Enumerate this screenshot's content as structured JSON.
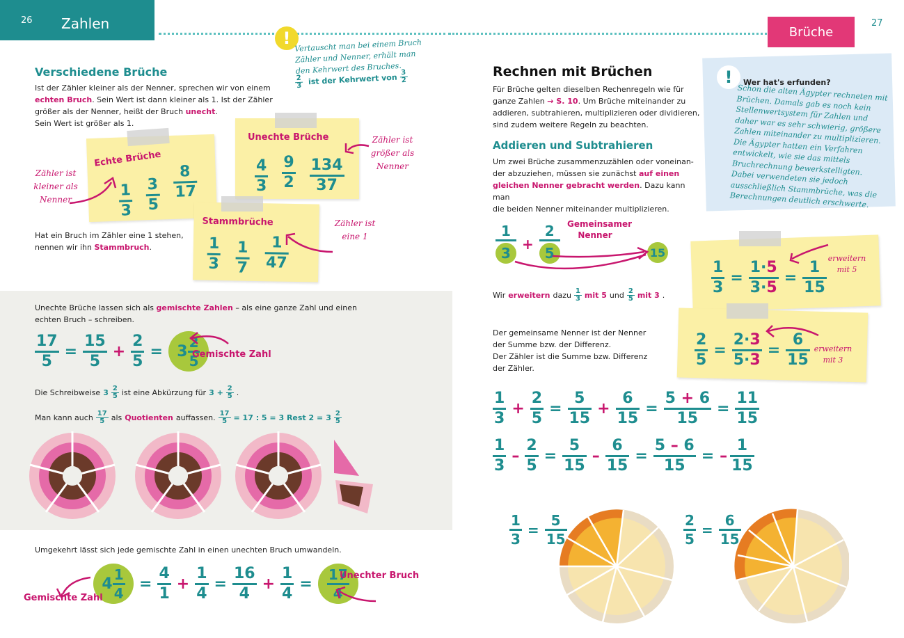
{
  "left": {
    "page_number": "26",
    "section_title": "Zahlen",
    "tip_text": "Vertauscht man bei einem Bruch Zähler und Nenner, erhält man den Kehrwert des Bruches.",
    "tip_line2": "ist der Kehrwert von",
    "heading": "Verschiedene Brüche",
    "p1_a": "Ist der Zähler kleiner als der Nenner, sprechen wir von einem",
    "p1_b": "echten Bruch",
    "p1_c": ". Sein Wert ist dann kleiner als 1. Ist der Zähler",
    "p1_d": "größer als der Nenner, heißt der Bruch",
    "p1_e": "unecht",
    "p1_f": "Sein Wert ist größer als 1.",
    "echte_title": "Echte Brüche",
    "unechte_title": "Unechte Brüche",
    "stamm_title": "Stammbrüche",
    "note_kleiner": "Zähler ist kleiner als Nenner",
    "note_groesser": "Zähler ist größer als Nenner",
    "note_eins": "Zähler ist eine 1",
    "stamm_a": "Hat ein Bruch im Zähler eine 1 stehen,",
    "stamm_b": "nennen wir ihn",
    "stamm_c": "Stammbruch",
    "gem_a": "Unechte Brüche lassen sich als",
    "gem_b": "gemischte Zahlen",
    "gem_c": "– als eine ganze Zahl und einen",
    "gem_d": "echten Bruch – schreiben.",
    "gem_label": "Gemischte Zahl",
    "abk_a": "Die Schreibweise",
    "abk_b": "ist eine Abkürzung für",
    "quot_a": "Man kann auch",
    "quot_b": "als",
    "quot_c": "Quotienten",
    "quot_d": "auffassen.",
    "quot_e": "= 17 : 5 = 3 Rest 2 =",
    "umgekehrt": "Umgekehrt lässt sich jede gemischte Zahl in einen unechten Bruch umwandeln.",
    "label_gemischte": "Gemischte Zahl",
    "label_unechter": "Unechter Bruch"
  },
  "right": {
    "page_number": "27",
    "section_title": "Brüche",
    "heading": "Rechnen mit Brüchen",
    "intro_a": "Für Brüche gelten dieselben Rechenregeln wie für",
    "intro_b": "ganze Zahlen",
    "intro_ref": "→ S. 10",
    "intro_c": ". Um Brüche miteinander zu",
    "intro_d": "addieren, subtrahieren, multiplizieren oder dividieren,",
    "intro_e": "sind zudem weitere Regeln zu beachten.",
    "sub_heading": "Addieren und Subtrahieren",
    "add_a": "Um zwei Brüche zusammenzuzählen oder voneinan-",
    "add_b": "der abzuziehen, müssen sie zunächst",
    "add_c": "auf einen",
    "add_d": "gleichen Nenner gebracht werden",
    "add_e": ". Dazu kann man",
    "add_f": "die beiden Nenner miteinander multiplizieren.",
    "gem_nenner": "Gemeinsamer Nenner",
    "erw_a": "Wir",
    "erw_b": "erweitern",
    "erw_c": "dazu",
    "erw_d": "mit 5",
    "erw_e": "und",
    "erw_f": "mit 3",
    "erw_note5": "erweitern mit 5",
    "erw_note3": "erweitern mit 3",
    "nenner_a": "Der gemeinsame Nenner ist der Nenner",
    "nenner_b": "der Summe bzw. der Differenz.",
    "nenner_c": "Der Zähler ist die Summe bzw. Differenz",
    "nenner_d": "der Zähler.",
    "info_title": "Wer hat's erfunden?",
    "info_text": "Schon die alten Ägypter rechneten mit Brüchen. Damals gab es noch kein Stellenwertsystem für Zahlen und daher war es sehr schwierig, größere Zahlen miteinander zu multiplizieren. Die Ägypter hatten ein Verfahren entwickelt, wie sie das mittels Bruchrechnung bewerkstelligten. Dabei verwendeten sie jedoch ausschließlich Stammbrüche, was die Berechnungen deutlich erschwerte."
  },
  "colors": {
    "teal": "#1e8d8f",
    "pink": "#c8166e",
    "green": "#a8c83c",
    "sticky": "#fbf0a6",
    "info": "#dceaf6"
  }
}
